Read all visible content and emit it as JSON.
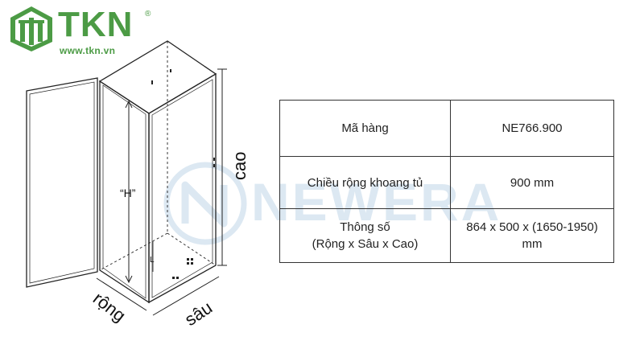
{
  "brand": {
    "name": "TKN",
    "registered": "®",
    "website": "www.tkn.vn",
    "color": "#4c9b45"
  },
  "watermark": {
    "text": "NEWERA",
    "color": "#dce8f2"
  },
  "drawing": {
    "height_label": "“H”",
    "height_axis_label": "cao",
    "width_axis_label": "rộng",
    "depth_axis_label": "sâu",
    "inner_label": "L"
  },
  "spec_table": {
    "rows": [
      {
        "label": "Mã hàng",
        "value": "NE766.900"
      },
      {
        "label": "Chiều rộng khoang tủ",
        "value": "900 mm"
      },
      {
        "label_lines": [
          "Thông số",
          "(Rộng x Sâu x Cao)"
        ],
        "value_lines": [
          "864 x 500 x (1650-1950)",
          "mm"
        ]
      }
    ]
  }
}
